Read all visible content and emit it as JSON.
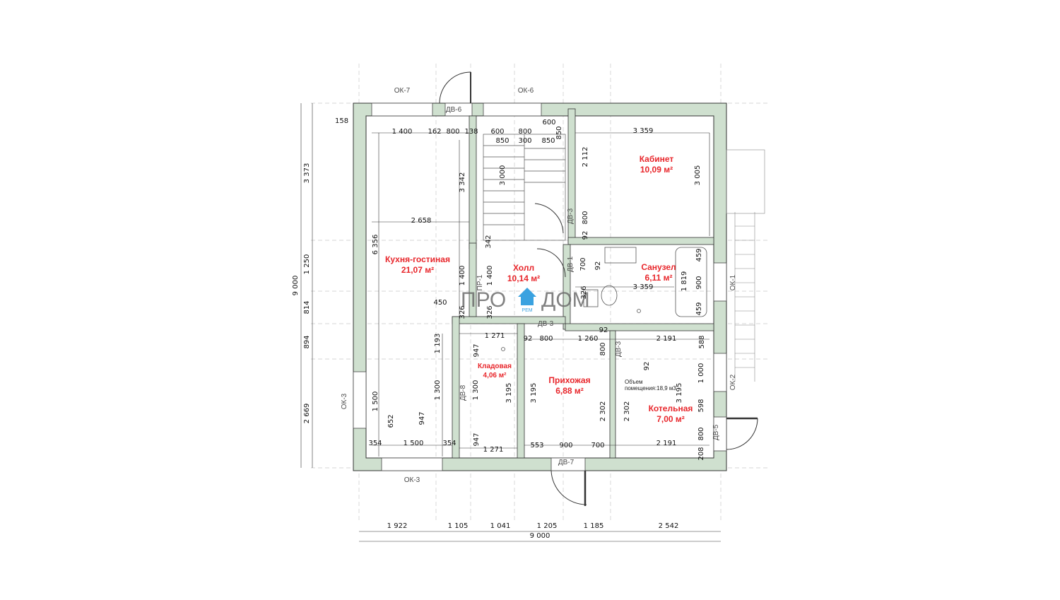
{
  "rooms": [
    {
      "name": "Кабинет",
      "area": "10,09 м²"
    },
    {
      "name": "Кухня-гостиная",
      "area": "21,07 м²"
    },
    {
      "name": "Холл",
      "area": "10,14 м²"
    },
    {
      "name": "Санузел",
      "area": "6,11 м²"
    },
    {
      "name": "Кладовая",
      "area": "4,06 м²"
    },
    {
      "name": "Прихожая",
      "area": "6,88 м²"
    },
    {
      "name": "Котельная",
      "area": "7,00 м²"
    }
  ],
  "volume_note": {
    "line1": "Объем",
    "line2": "помещения:18,9 м3"
  },
  "tags": {
    "ok7": "ОК-7",
    "ok6": "ОК-6",
    "dv6": "ДВ-6",
    "dv3_top": "ДВ-3",
    "dv1": "ДВ-1",
    "dv3_mid": "ДВ-3",
    "pr1": "ПР-1",
    "dv8": "ДВ-8",
    "dv3_b": "ДВ-3",
    "dv7": "ДВ-7",
    "ok3_bottom": "ОК-3",
    "ok3_left": "ОК-3",
    "ok1": "ОК-1",
    "ok2": "ОК-2",
    "dv5": "ДВ-5"
  },
  "logo": {
    "left": "ПРО",
    "right": "ДОМ",
    "sub": "РЕМ"
  },
  "dims": {
    "bottom": [
      "1 922",
      "1 105",
      "1 041",
      "1 205",
      "1 185",
      "2 542"
    ],
    "bottom_total": "9 000",
    "left": [
      "3 373",
      "1 250",
      "814",
      "894",
      "2 669"
    ],
    "left_total": "9 000",
    "kitchen_top": [
      "158",
      "1 400",
      "162",
      "800",
      "138"
    ],
    "stair_top": [
      "600",
      "800",
      "600",
      "850",
      "850",
      "300",
      "850"
    ],
    "study_w": "3 359",
    "study_h": "3 005",
    "study_h2": "2 112",
    "stair_h": "3 000",
    "hall_h": "3 342",
    "kitchen_w": "2 658",
    "kitchen_h": "6 356",
    "d342": "342",
    "d800_a": "800",
    "d92_a": "92",
    "d700": "700",
    "d92_b": "92",
    "d1400_a": "1 400",
    "d1400_b": "1 400",
    "d450": "450",
    "d326_a": "326",
    "d326_b": "326",
    "bath_w": "3 359",
    "d459_a": "459",
    "d459_b": "459",
    "d900": "900",
    "d1819": "1 819",
    "d326_c": "326",
    "d1271_a": "1 271",
    "d1193": "1 193",
    "d947_a": "947",
    "d92_c": "92",
    "d800_b": "800",
    "d1260": "1 260",
    "d800_c": "800",
    "d2191_a": "2 191",
    "d588": "588",
    "d92_d": "92",
    "d92_e": "92",
    "d1300_a": "1 300",
    "d1300_b": "1 300",
    "d3195_a": "3 195",
    "d3195_b": "3 195",
    "d3195_c": "3 195",
    "d1000": "1 000",
    "d1500_a": "1 500",
    "d652": "652",
    "d947_b": "947",
    "d947_c": "947",
    "d2302_a": "2 302",
    "d2302_b": "2 302",
    "d598": "598",
    "d800_d": "800",
    "d208": "208",
    "d354_a": "354",
    "d1500_b": "1 500",
    "d354_b": "354",
    "d1271_b": "1 271",
    "d553": "553",
    "d900_b": "900",
    "d700_b": "700",
    "d2191_b": "2 191"
  }
}
